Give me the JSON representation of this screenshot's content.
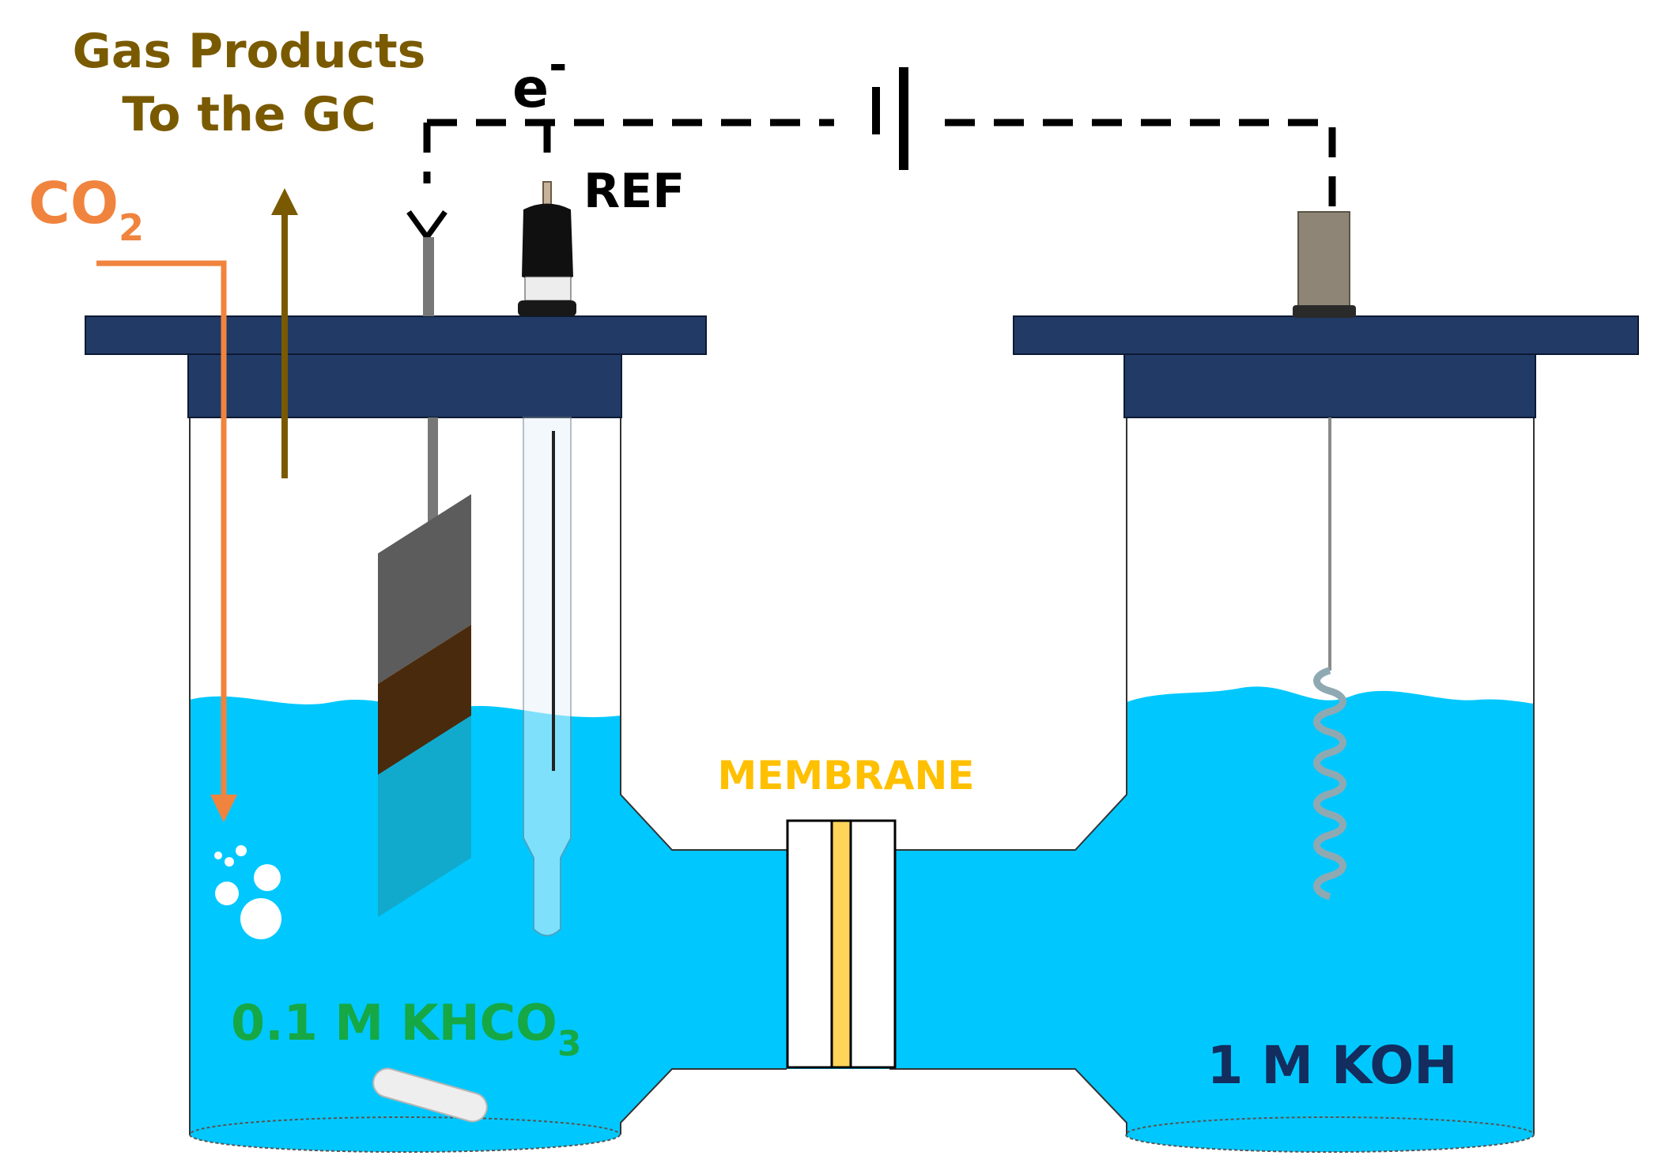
{
  "labels": {
    "gas_products_line1": "Gas Products",
    "gas_products_line2": "To the GC",
    "co2_main": "CO",
    "co2_sub": "2",
    "electron_main": "e",
    "electron_sup": "-",
    "ref": "REF",
    "membrane": "MEMBRANE",
    "cathode_electrolyte_main": "0.1 M KHCO",
    "cathode_electrolyte_sub": "3",
    "anode_electrolyte": "1 M KOH"
  },
  "colors": {
    "gas_products": "#7a5a00",
    "co2": "#f0843e",
    "electrolyte_green": "#15a845",
    "membrane_label": "#ffc000",
    "koh_label": "#132d5e",
    "lid": "#223a66",
    "liquid": "#00c8ff",
    "membrane_strip": "#ffd45a"
  }
}
